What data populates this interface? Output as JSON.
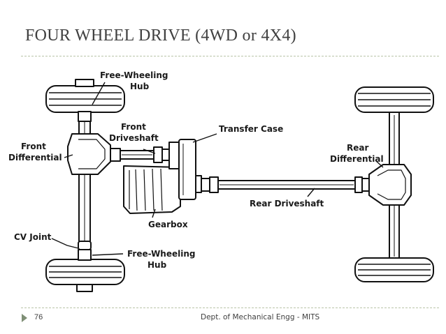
{
  "slide": {
    "title": "FOUR WHEEL DRIVE (4WD or 4X4)",
    "page_number": "76",
    "footer": "Dept. of Mechanical Engg - MITS"
  },
  "diagram": {
    "labels": {
      "free_wheeling_hub_top_1": "Free-Wheeling",
      "free_wheeling_hub_top_2": "Hub",
      "front_driveshaft_1": "Front",
      "front_driveshaft_2": "Driveshaft",
      "transfer_case": "Transfer Case",
      "front_differential_1": "Front",
      "front_differential_2": "Differential",
      "rear_differential_1": "Rear",
      "rear_differential_2": "Differential",
      "rear_driveshaft": "Rear Driveshaft",
      "gearbox": "Gearbox",
      "cv_joint": "CV Joint",
      "free_wheeling_hub_bottom_1": "Free-Wheeling",
      "free_wheeling_hub_bottom_2": "Hub"
    }
  }
}
